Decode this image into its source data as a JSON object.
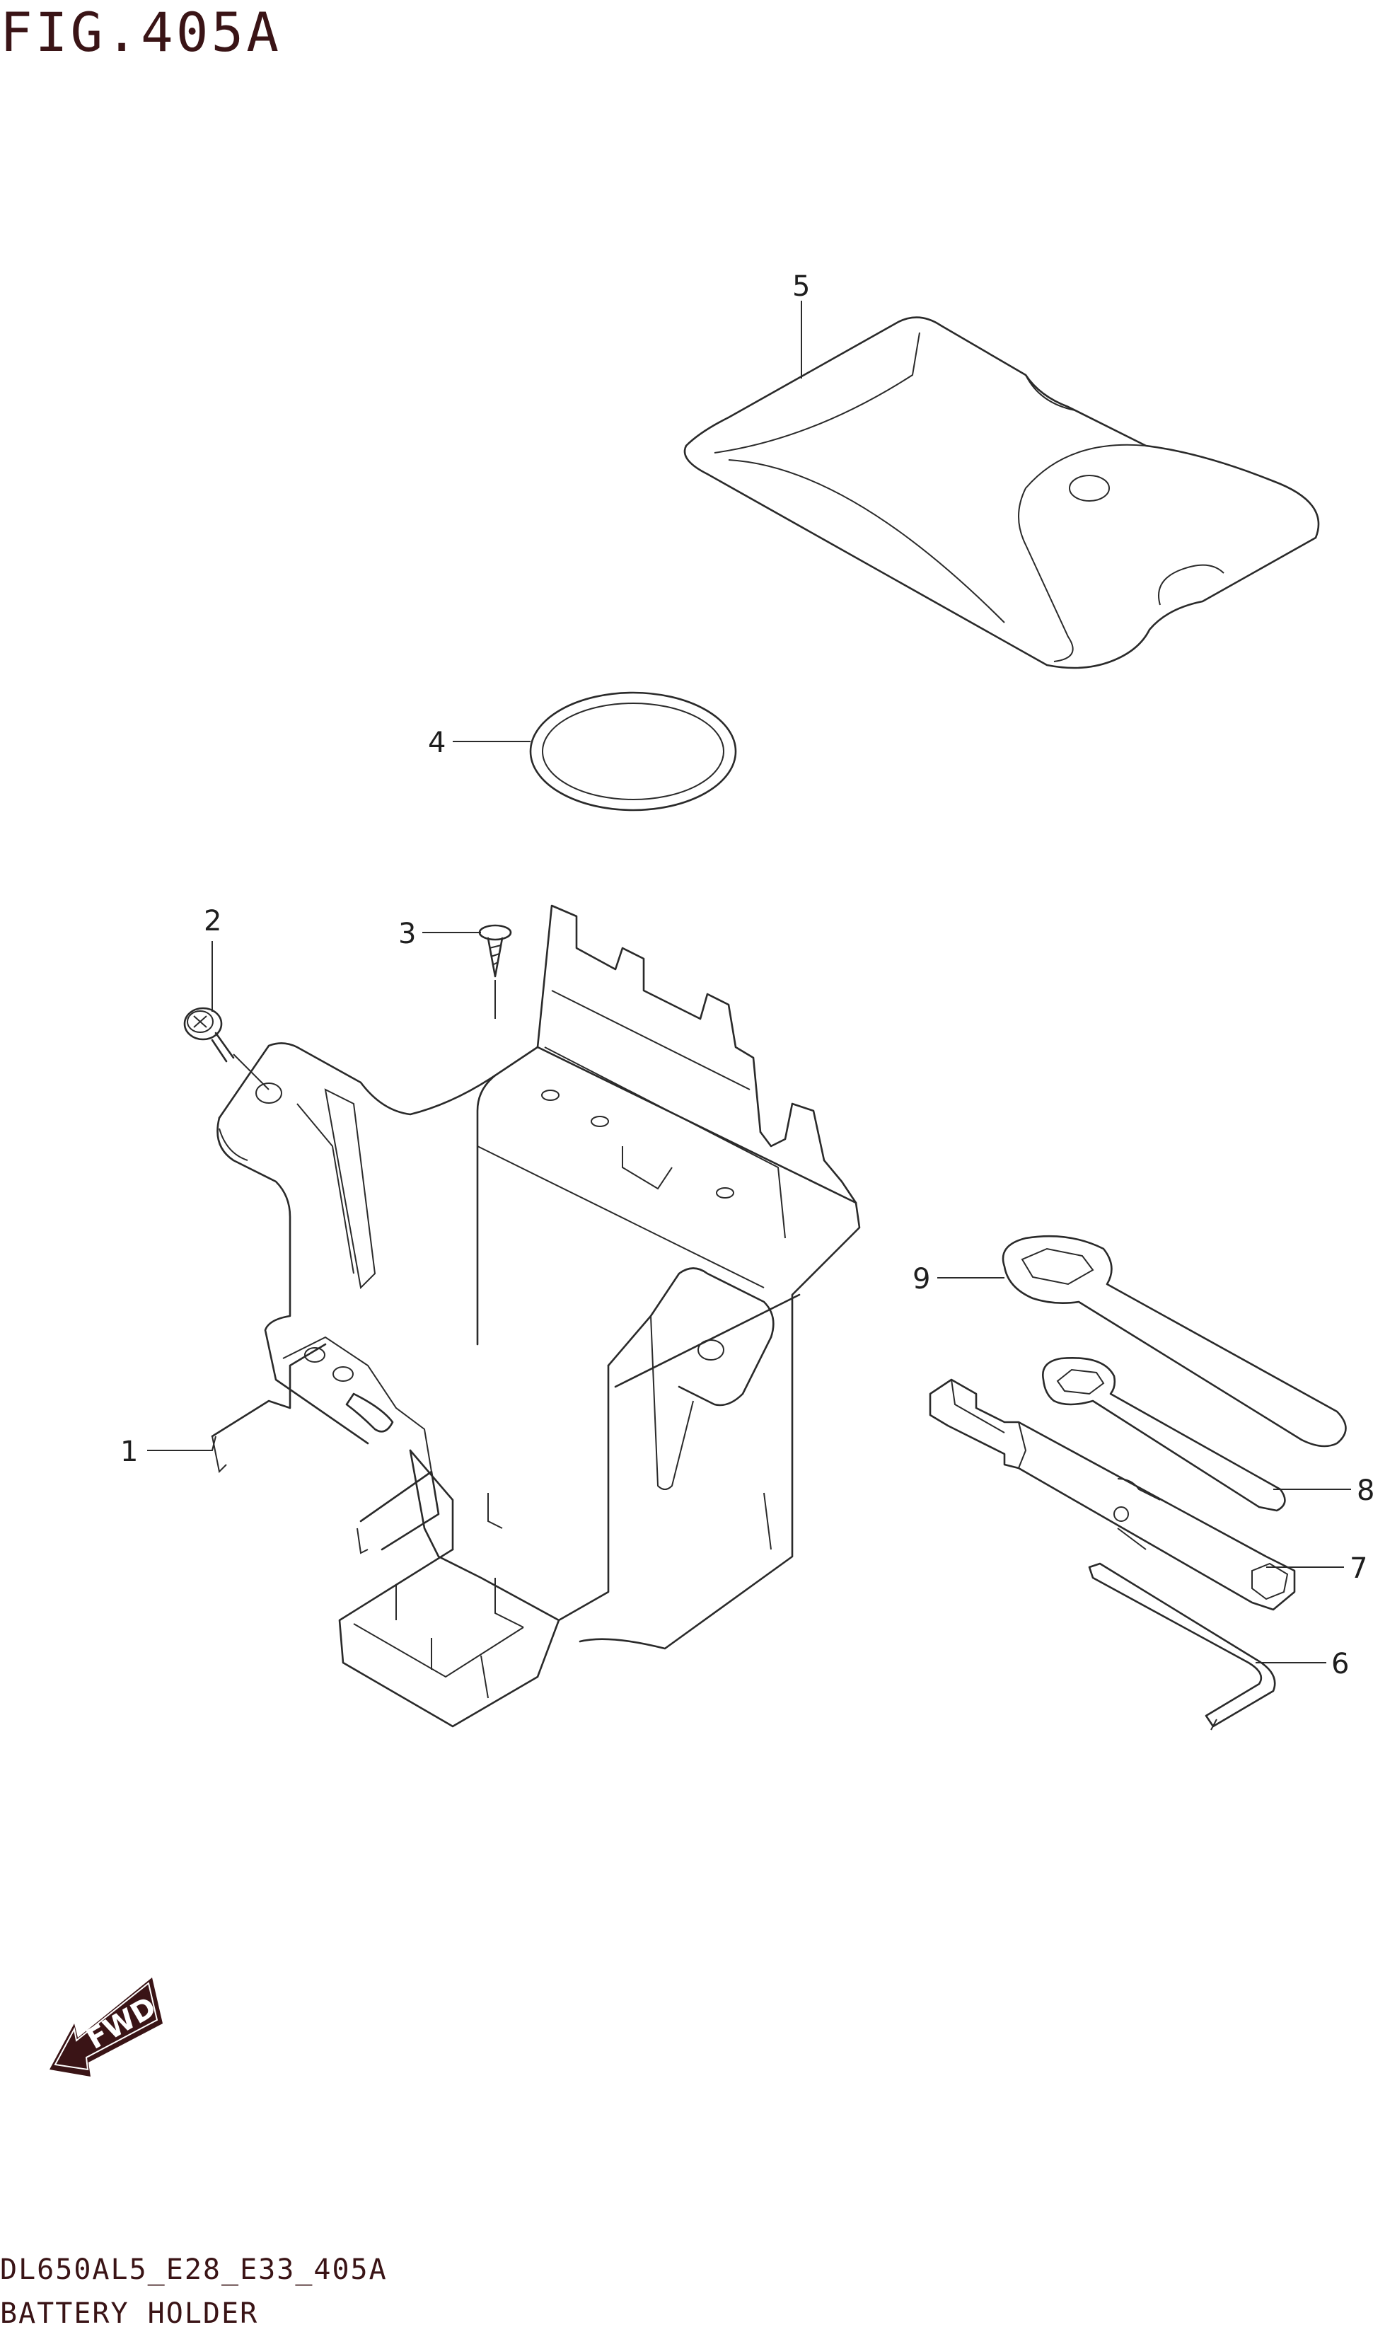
{
  "figure": {
    "title": "FIG.405A"
  },
  "footer": {
    "model_code": "DL650AL5_E28_E33_405A",
    "subtitle": "BATTERY HOLDER"
  },
  "fwd_badge": {
    "label": "FWD"
  },
  "callouts": [
    {
      "num": "1"
    },
    {
      "num": "2"
    },
    {
      "num": "3"
    },
    {
      "num": "4"
    },
    {
      "num": "5"
    },
    {
      "num": "6"
    },
    {
      "num": "7"
    },
    {
      "num": "8"
    },
    {
      "num": "9"
    }
  ],
  "colors": {
    "title": "#3a1416",
    "line": "#2a2a2a",
    "badge": "#3a1416"
  }
}
